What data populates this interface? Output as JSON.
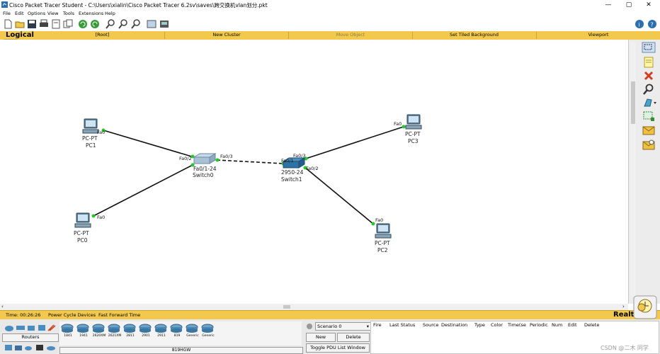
{
  "window": {
    "title": "Cisco Packet Tracer Student - C:\\Users\\xialin\\Cisco Packet Tracer 6.2sv\\saves\\跨交换机vlan划分.pkt",
    "controls": [
      "—",
      "▢",
      "✕"
    ]
  },
  "menu": [
    "File",
    "Edit",
    "Options",
    "View",
    "Tools",
    "Extensions",
    "Help"
  ],
  "navbar": {
    "logical": "Logical",
    "root": "[Root]",
    "new_cluster": "New Cluster",
    "move_object": "Move Object",
    "set_tiled_background": "Set Tiled Background",
    "viewport": "Viewport"
  },
  "devices": {
    "pc1": {
      "type": "PC-PT",
      "name": "PC1",
      "port": "Fa0"
    },
    "pc0": {
      "type": "PC-PT",
      "name": "PC0",
      "port": "Fa0"
    },
    "pc3": {
      "type": "PC-PT",
      "name": "PC3",
      "port": "Fa0"
    },
    "pc2": {
      "type": "PC-PT",
      "name": "PC2",
      "port": "Fa0"
    },
    "switch0": {
      "type": "Fa0/1-24",
      "name": "Switch0",
      "ports": [
        "Fa0/2",
        "Fa0/3"
      ]
    },
    "switch1": {
      "type": "2950-24",
      "name": "Switch1",
      "ports": [
        "Fa0/1",
        "Fa0/3",
        "Fa0/2"
      ]
    }
  },
  "status": {
    "time_label": "Time: 00:26:26",
    "power_cycle": "Power Cycle Devices",
    "fast_forward": "Fast Forward Time",
    "realtime": "Realtime"
  },
  "bottom": {
    "category": "Routers",
    "models": [
      "1841",
      "1941",
      "2620XM",
      "2621XM",
      "2811",
      "2901",
      "2911",
      "819",
      "Generic",
      "Generic"
    ],
    "selected_model": "819HGW",
    "scenario": "Scenario 0",
    "new_btn": "New",
    "delete_btn": "Delete",
    "toggle_pdu": "Toggle PDU List Window",
    "columns": [
      "Fire",
      "Last Status",
      "Source",
      "Destination",
      "Type",
      "Color",
      "Time(se",
      "Periodic",
      "Num",
      "Edit",
      "Delete"
    ]
  },
  "watermark": "CSDN @二木 同学"
}
